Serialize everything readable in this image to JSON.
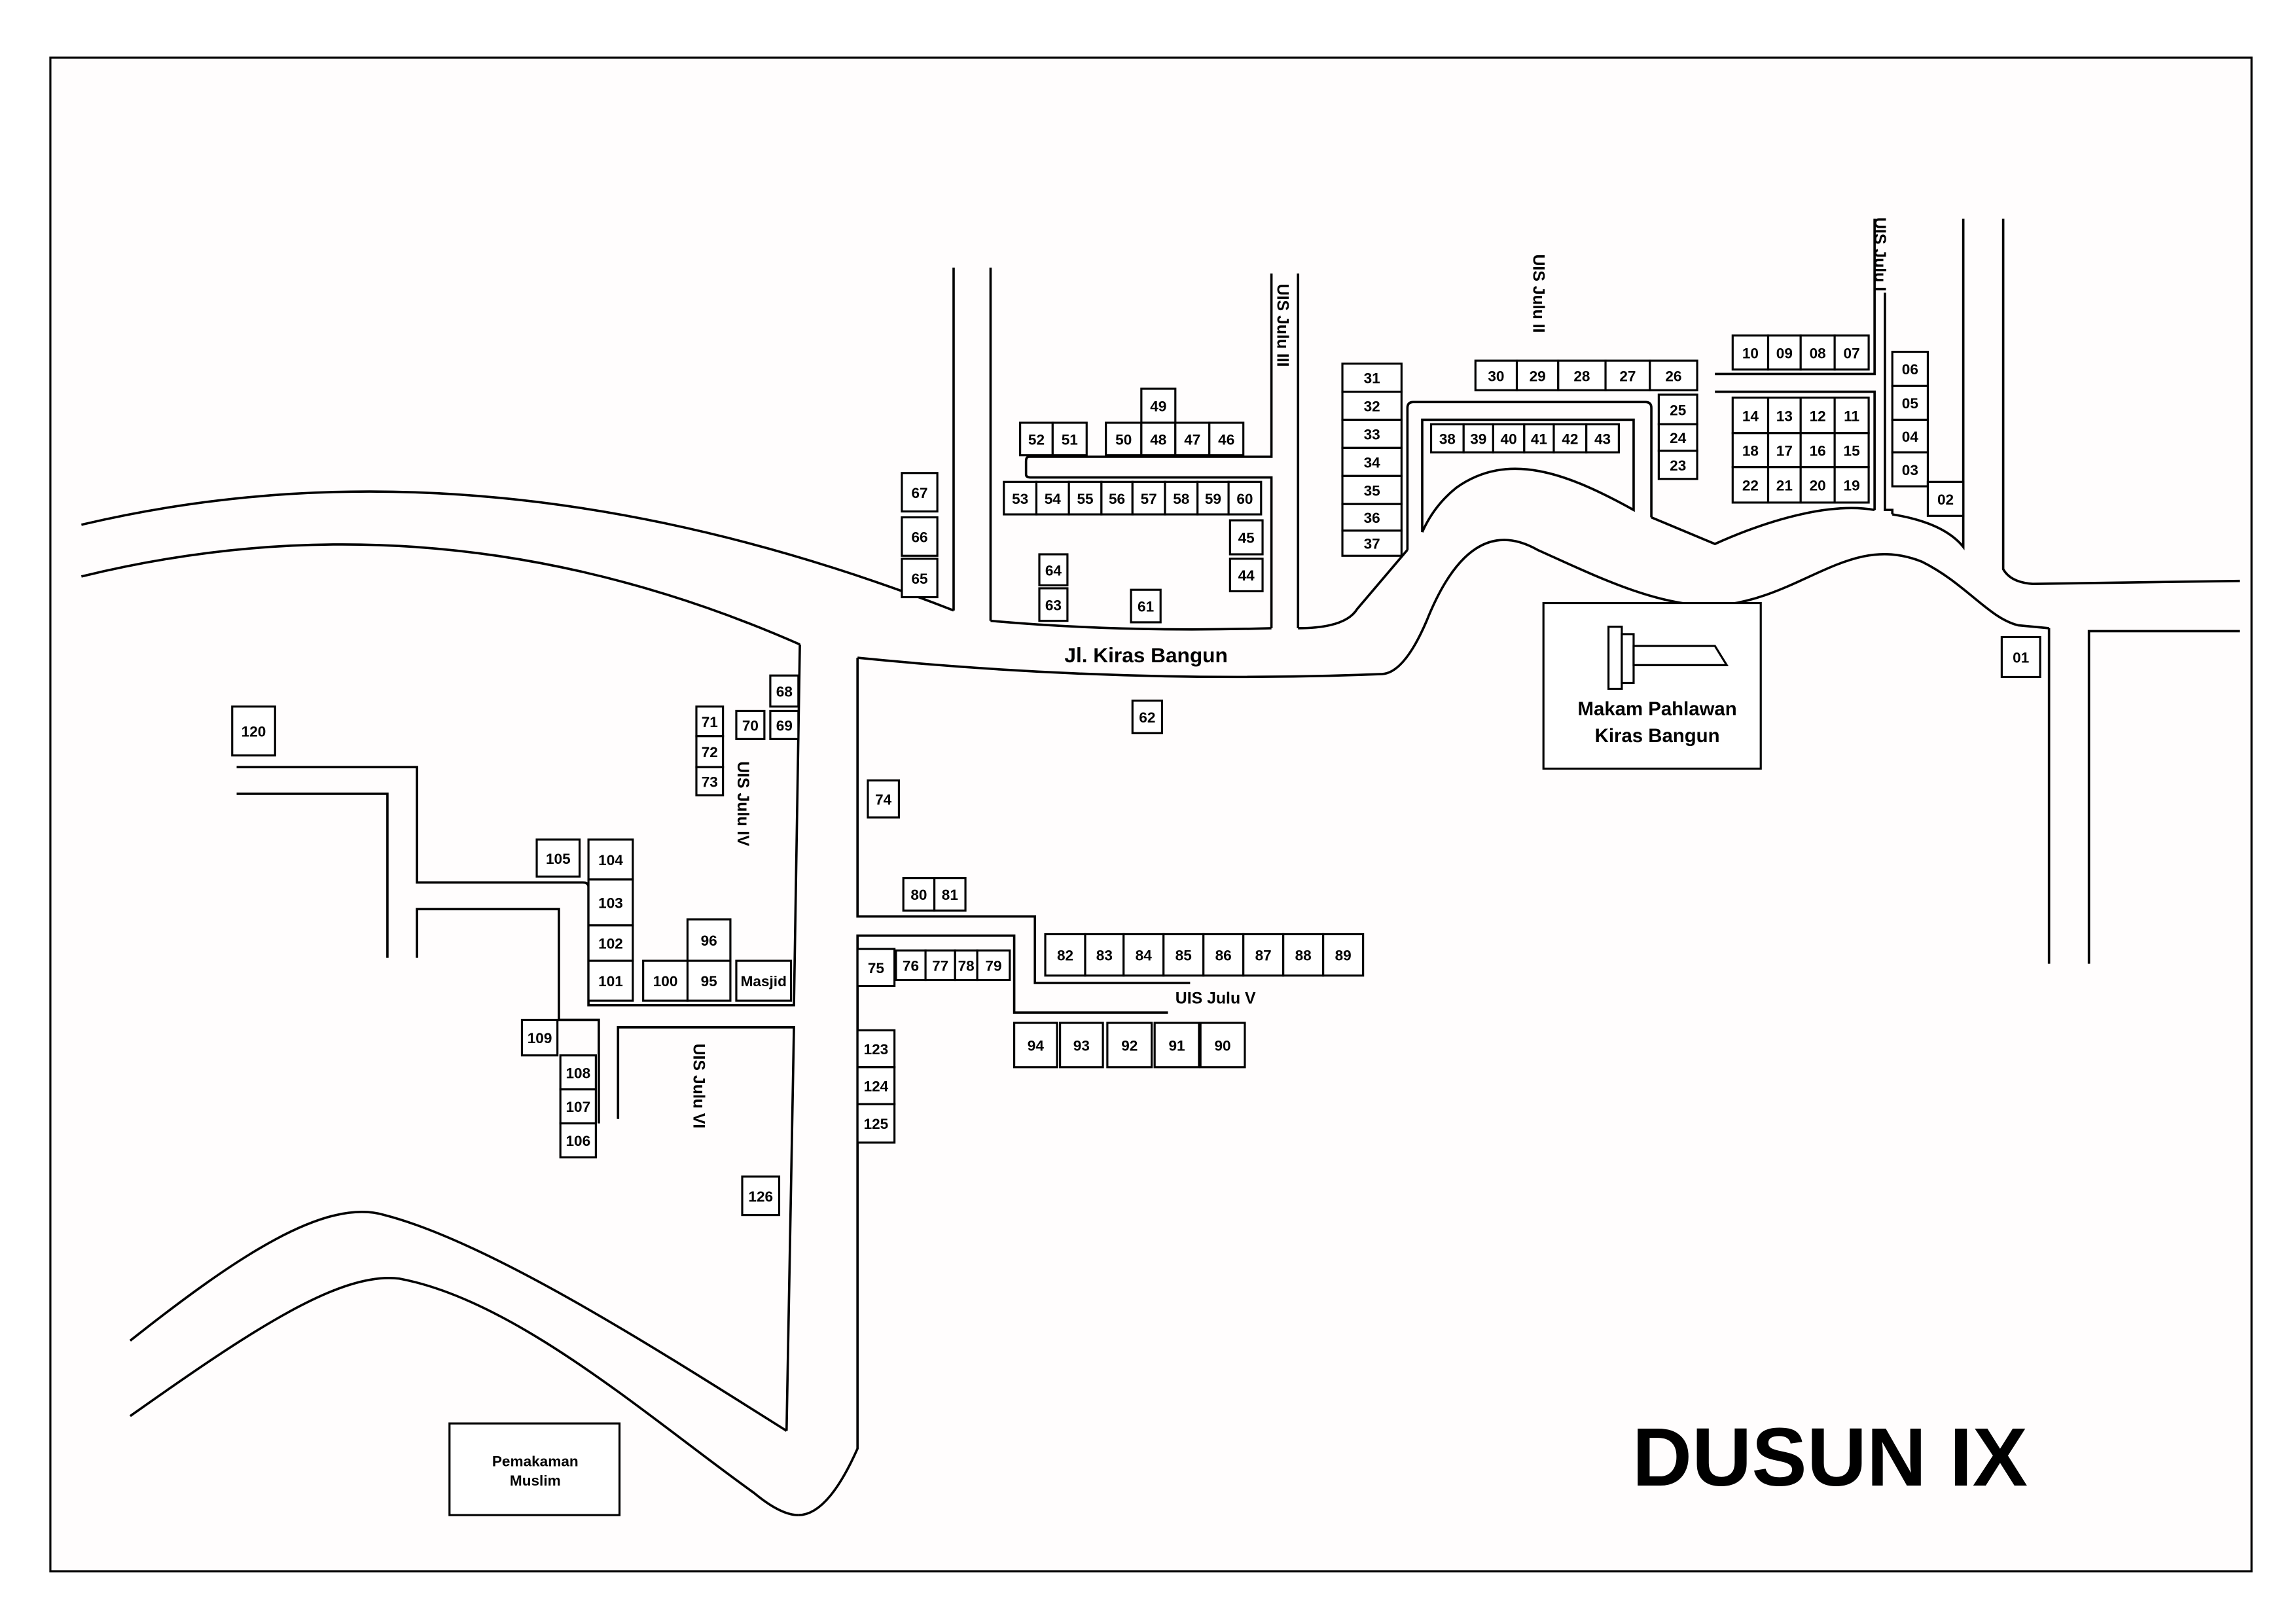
{
  "title": "DUSUN IX",
  "main_road": "Jl. Kiras Bangun",
  "streets": {
    "julu_1": "UIS Julu I",
    "julu_2": "UIS Julu II",
    "julu_3": "UIS Julu III",
    "julu_4": "UIS Julu IV",
    "julu_5": "UIS Julu V",
    "julu_6": "UIS Julu VI"
  },
  "landmarks": {
    "makam_line1": "Makam Pahlawan",
    "makam_line2": "Kiras Bangun",
    "pemakaman_line1": "Pemakaman",
    "pemakaman_line2": "Muslim"
  },
  "houses": [
    "10",
    "09",
    "08",
    "07",
    "30",
    "29",
    "28",
    "27",
    "26",
    "31",
    "32",
    "33",
    "34",
    "35",
    "36",
    "37",
    "25",
    "24",
    "23",
    "38",
    "39",
    "40",
    "41",
    "42",
    "43",
    "14",
    "13",
    "12",
    "11",
    "18",
    "17",
    "16",
    "15",
    "22",
    "21",
    "20",
    "19",
    "06",
    "05",
    "04",
    "03",
    "02",
    "01",
    "49",
    "50",
    "48",
    "47",
    "46",
    "52",
    "51",
    "53",
    "54",
    "55",
    "56",
    "57",
    "58",
    "59",
    "60",
    "45",
    "44",
    "64",
    "63",
    "61",
    "62",
    "67",
    "66",
    "65",
    "68",
    "69",
    "70",
    "71",
    "72",
    "73",
    "120",
    "105",
    "104",
    "103",
    "102",
    "101",
    "96",
    "95",
    "100",
    "Masjid",
    "74",
    "80",
    "81",
    "75",
    "76",
    "77",
    "78",
    "79",
    "82",
    "83",
    "84",
    "85",
    "86",
    "87",
    "88",
    "89",
    "94",
    "93",
    "92",
    "91",
    "90",
    "109",
    "108",
    "107",
    "106",
    "123",
    "124",
    "125",
    "126"
  ]
}
